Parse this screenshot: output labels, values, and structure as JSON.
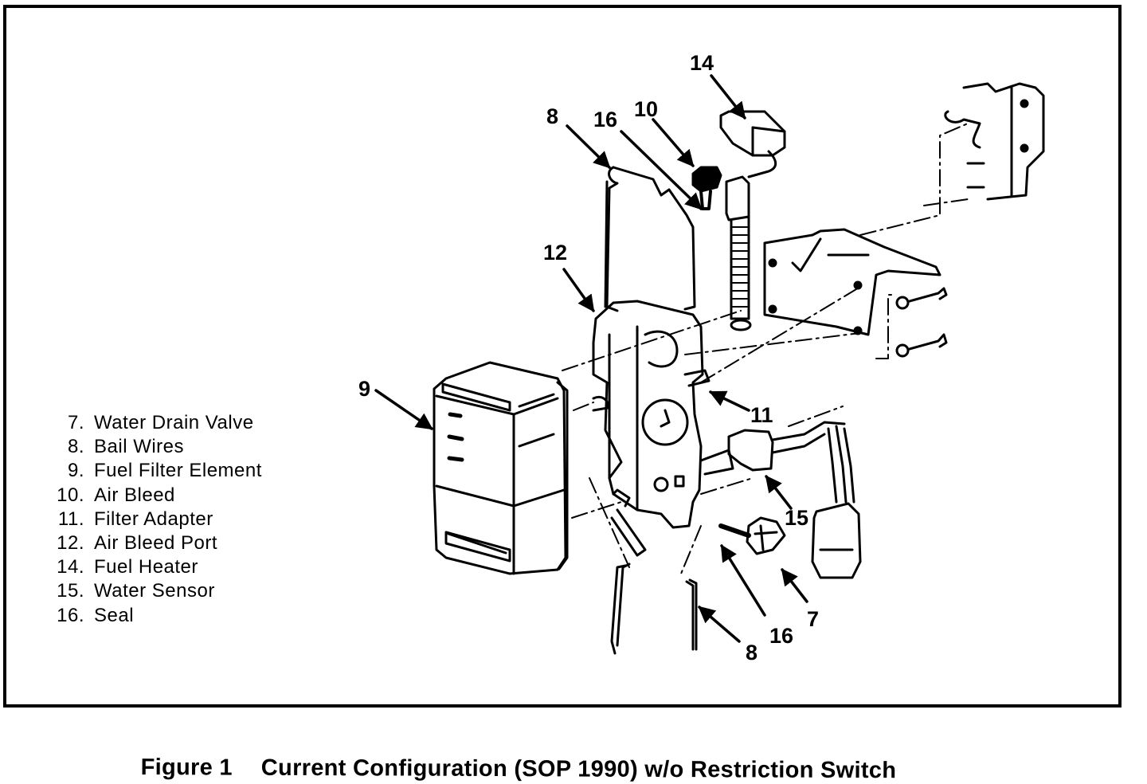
{
  "figure": {
    "number_label": "Figure 1",
    "title": "Current Configuration (SOP 1990) w/o Restriction Switch"
  },
  "legend": [
    {
      "num": "7.",
      "label": "Water Drain Valve"
    },
    {
      "num": "8.",
      "label": "Bail Wires"
    },
    {
      "num": "9.",
      "label": "Fuel Filter Element"
    },
    {
      "num": "10.",
      "label": "Air Bleed"
    },
    {
      "num": "11.",
      "label": "Filter Adapter"
    },
    {
      "num": "12.",
      "label": "Air Bleed Port"
    },
    {
      "num": "14.",
      "label": "Fuel Heater"
    },
    {
      "num": "15.",
      "label": "Water Sensor"
    },
    {
      "num": "16.",
      "label": "Seal"
    }
  ],
  "callouts": {
    "c14": "14",
    "c8_top": "8",
    "c16_top": "16",
    "c10": "10",
    "c12": "12",
    "c9": "9",
    "c11": "11",
    "c15": "15",
    "c7": "7",
    "c16_bottom": "16",
    "c8_bottom": "8"
  },
  "colors": {
    "ink": "#000000",
    "paper": "#ffffff"
  }
}
